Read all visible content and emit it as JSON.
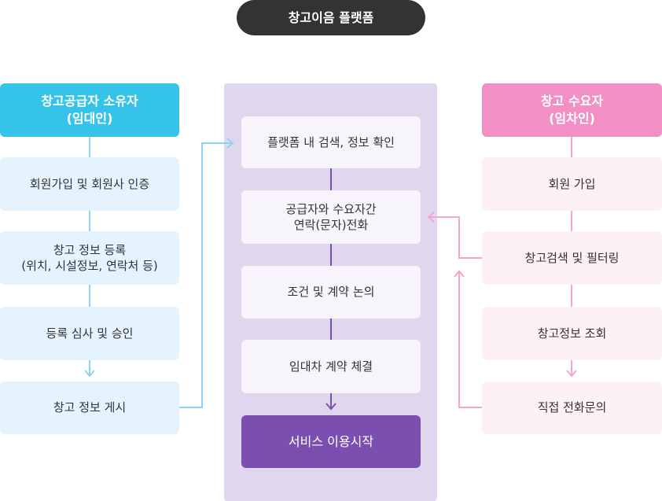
{
  "title": "창고이음 플랫폼",
  "left": {
    "header": "창고공급자 소유자\n(임대인)",
    "steps": [
      "회원가입 및 회원사 인증",
      "창고 정보 등록\n(위치, 시설정보, 연락처 등)",
      "등록 심사 및 승인",
      "창고 정보 게시"
    ]
  },
  "middle": {
    "steps": [
      "플랫폼 내 검색, 정보 확인",
      "공급자와 수요자간\n연락(문자)전화",
      "조건 및 계약 논의",
      "임대차 계약 체결"
    ],
    "final": "서비스 이용시작"
  },
  "right": {
    "header": "창고 수요자\n(임차인)",
    "steps": [
      "회원 가입",
      "창고검색 및 필터링",
      "창고정보 조회",
      "직접 전화문의"
    ]
  },
  "colors": {
    "left": "#35c3e9",
    "right": "#f28fc4",
    "purple": "#7a4fb0",
    "panel": "#e0d6ee"
  }
}
